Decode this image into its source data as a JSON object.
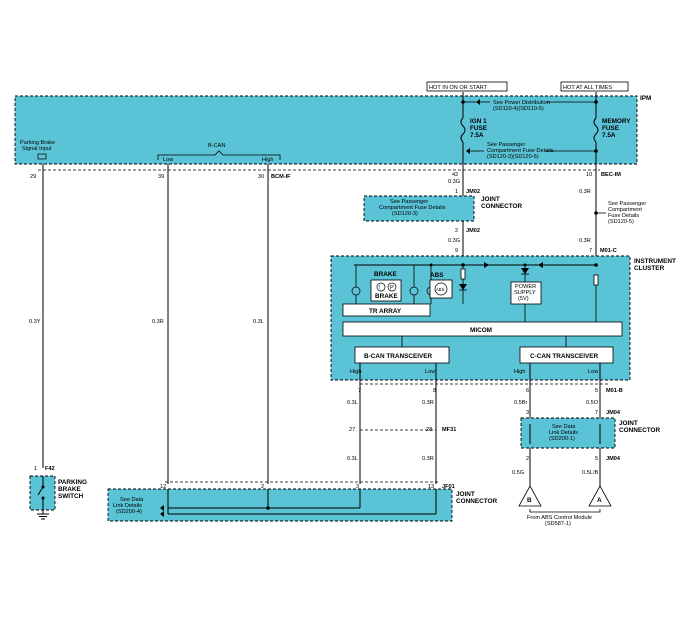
{
  "hot_labels": {
    "ign": "HOT IN ON OR START",
    "always": "HOT AT ALL TIMES"
  },
  "ipm": {
    "name": "IPM",
    "power_ref": [
      "See Power Distribution",
      "(SD110-4)(SD110-5)"
    ],
    "fuse_ref": [
      "See Passenger",
      "Compartment Fuse Details",
      "(SD120-3)(SD120-5)"
    ],
    "ign_fuse": [
      "IGN 1",
      "FUSE",
      "7.5A"
    ],
    "memory_fuse": [
      "MEMORY",
      "FUSE",
      "7.5A"
    ],
    "parking_label": [
      "Parking Brake",
      "Signal Input"
    ],
    "bcan_label": "B-CAN",
    "low": "Low",
    "high": "High"
  },
  "pins": {
    "p29": "29",
    "p39": "39",
    "p30": "30",
    "bcm_if": "BCM-IF",
    "p42": "42",
    "p10": "10",
    "bec_im": "BEC-IM",
    "p1": "1",
    "jm02a": "JM02",
    "p2": "2",
    "jm02b": "JM02",
    "p9": "9",
    "p7": "7",
    "m01c": "M01-C",
    "p7b": "7",
    "p8": "8",
    "p6": "6",
    "p5": "5",
    "m01b": "M01-B",
    "p27": "27",
    "p28": "28",
    "mf31": "MF31",
    "p3": "3",
    "p7c": "7",
    "jm04a": "JM04",
    "p2b": "2",
    "p5b": "5",
    "jm04b": "JM04",
    "p12": "12",
    "p2c": "2",
    "p3b": "3",
    "p13": "13",
    "jf01": "JF01",
    "p1f42": "1",
    "f42": "F42"
  },
  "wires": {
    "w1": "0.3G",
    "w2": "0.3R",
    "w3": "0.3G",
    "w4": "0.3R",
    "w5": "0.3Y",
    "w6": "0.3R",
    "w7": "0.3L",
    "w8": "0.3L",
    "w9": "0.3R",
    "w10": "0.5Br",
    "w11": "0.5O",
    "w12": "0.3L",
    "w13": "0.3R",
    "w14": "0.5G",
    "w15": "0.5L/B"
  },
  "joint1": {
    "ref": [
      "See Passenger",
      "Compartment Fuse Details",
      "(SD120-3)"
    ],
    "label": [
      "JOINT",
      "CONNECTOR"
    ]
  },
  "side_ref": [
    "See Passenger",
    "Compartment",
    "Fuse Details",
    "(SD120-5)"
  ],
  "cluster": {
    "label": [
      "INSTRUMENT",
      "CLUSTER"
    ],
    "brake": "BRAKE",
    "brake_box": "BRAKE",
    "abs": "ABS",
    "abs_icon": "ABS",
    "p_icon": "P",
    "power_supply": [
      "POWER",
      "SUPPLY",
      "(5V)"
    ],
    "tr_array": "TR ARRAY",
    "micom": "MICOM",
    "bcan": "B-CAN TRANSCEIVER",
    "ccan": "C-CAN TRANSCEIVER",
    "high": "High",
    "low": "Low"
  },
  "joint2": {
    "ref": [
      "See Data",
      "Link Details",
      "(SD200-1)"
    ],
    "label": [
      "JOINT",
      "CONNECTOR"
    ]
  },
  "joint3": {
    "ref": [
      "See Data",
      "Link Details",
      "(SD200-4)"
    ],
    "label": [
      "JOINT",
      "CONNECTOR"
    ]
  },
  "parking_switch": [
    "PARKING",
    "BRAKE",
    "SWITCH"
  ],
  "abs_module": {
    "b": "B",
    "a": "A",
    "ref": [
      "From ABS Control Module",
      "(SD587-1)"
    ]
  }
}
